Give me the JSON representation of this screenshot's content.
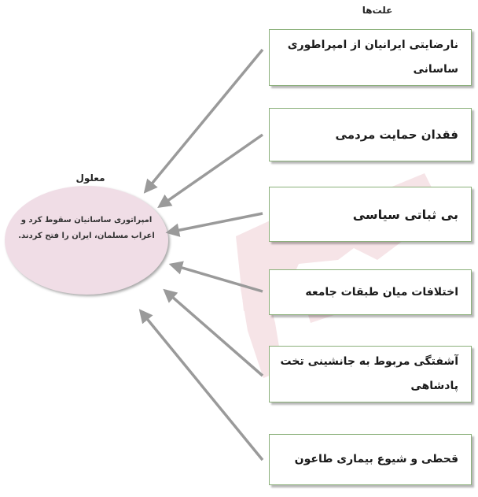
{
  "causes_title": "علت‌ها",
  "effect_title": "معلول",
  "effect_text": "امپراتوری ساسانیان سقوط کرد و اعراب مسلمان، ایران را فتح کردند.",
  "causes": [
    "نارضایتی ایرانیان از امپراطوری ساسانی",
    "فقدان حمایت مردمی",
    "بی ثباتی سیاسی",
    "اختلافات میان طبقات جامعه",
    "آشفتگی مربوط به جانشینی تخت پادشاهی",
    "قحطی و شیوع بیماری طاعون"
  ],
  "colors": {
    "ellipse_fill": "#f0dde6",
    "box_border": "#8bb07a",
    "arrow": "#9a9a9a",
    "watermark": "#f3dfe2"
  }
}
